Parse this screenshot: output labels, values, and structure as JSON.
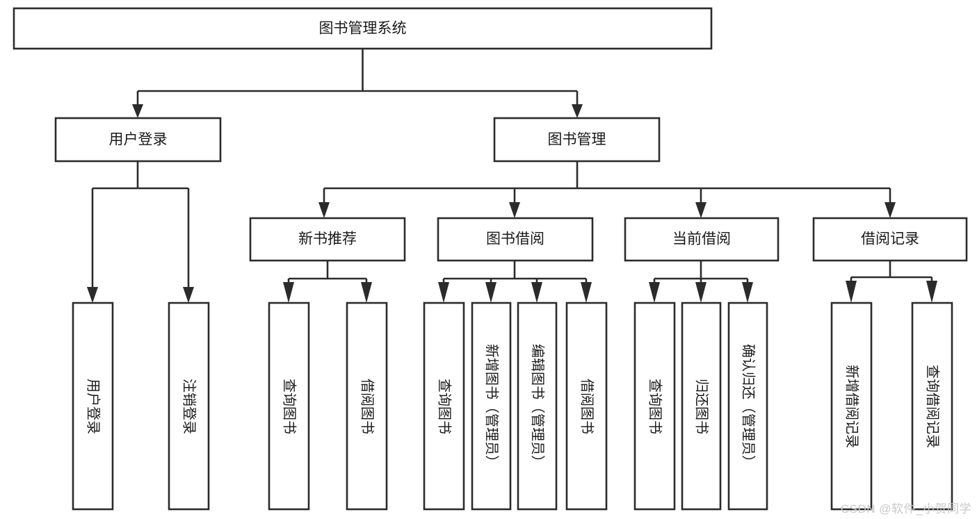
{
  "diagram": {
    "type": "tree-hierarchy-chart",
    "title": "图书管理系统",
    "watermark": "CSDN @软件_小贺同学",
    "colors": {
      "background": "#ffffff",
      "node_fill": "#ffffff",
      "node_stroke": "#2b2b2b",
      "label_text": "#1a1a1a",
      "watermark_text": "#c9c9c9"
    },
    "levels": [
      {
        "level": 1,
        "nodes": [
          {
            "id": "root",
            "label": "图书管理系统",
            "orientation": "horizontal"
          }
        ]
      },
      {
        "level": 2,
        "nodes": [
          {
            "id": "user-login",
            "label": "用户登录",
            "orientation": "horizontal",
            "parent": "root"
          },
          {
            "id": "book-manage",
            "label": "图书管理",
            "orientation": "horizontal",
            "parent": "root"
          }
        ]
      },
      {
        "level": 3,
        "nodes": [
          {
            "id": "new-book-rec",
            "label": "新书推荐",
            "orientation": "horizontal",
            "parent": "book-manage"
          },
          {
            "id": "book-borrow",
            "label": "图书借阅",
            "orientation": "horizontal",
            "parent": "book-manage"
          },
          {
            "id": "current-borrow",
            "label": "当前借阅",
            "orientation": "horizontal",
            "parent": "book-manage"
          },
          {
            "id": "borrow-record",
            "label": "借阅记录",
            "orientation": "horizontal",
            "parent": "book-manage"
          }
        ]
      },
      {
        "level": 4,
        "nodes": [
          {
            "id": "leaf-1",
            "label": "用户登录",
            "orientation": "vertical",
            "parent": "user-login"
          },
          {
            "id": "leaf-2",
            "label": "注销登录",
            "orientation": "vertical",
            "parent": "user-login"
          },
          {
            "id": "leaf-3",
            "label": "查询图书",
            "orientation": "vertical",
            "parent": "new-book-rec"
          },
          {
            "id": "leaf-4",
            "label": "借阅图书",
            "orientation": "vertical",
            "parent": "new-book-rec"
          },
          {
            "id": "leaf-5",
            "label": "查询图书",
            "orientation": "vertical",
            "parent": "book-borrow"
          },
          {
            "id": "leaf-6",
            "label": "新增图书（管理员）",
            "orientation": "vertical",
            "parent": "book-borrow"
          },
          {
            "id": "leaf-7",
            "label": "编辑图书（管理员）",
            "orientation": "vertical",
            "parent": "book-borrow"
          },
          {
            "id": "leaf-8",
            "label": "借阅图书",
            "orientation": "vertical",
            "parent": "book-borrow"
          },
          {
            "id": "leaf-9",
            "label": "查询图书",
            "orientation": "vertical",
            "parent": "current-borrow"
          },
          {
            "id": "leaf-10",
            "label": "归还图书",
            "orientation": "vertical",
            "parent": "current-borrow"
          },
          {
            "id": "leaf-11",
            "label": "确认归还（管理员）",
            "orientation": "vertical",
            "parent": "current-borrow"
          },
          {
            "id": "leaf-12",
            "label": "新增借阅记录",
            "orientation": "vertical",
            "parent": "borrow-record"
          },
          {
            "id": "leaf-13",
            "label": "查询借阅记录",
            "orientation": "vertical",
            "parent": "borrow-record"
          }
        ]
      }
    ]
  }
}
